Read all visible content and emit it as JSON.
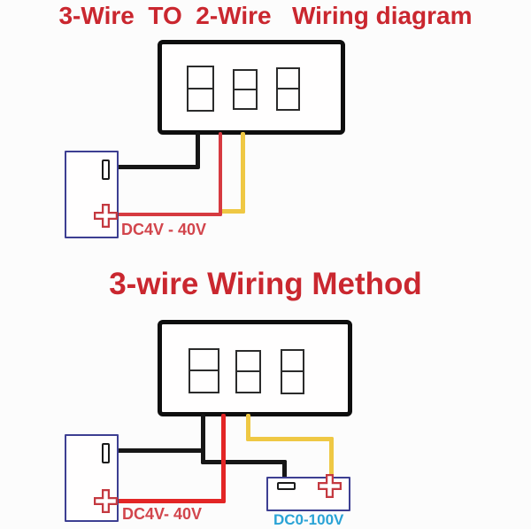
{
  "colors": {
    "background": "#fcfcfc",
    "title_red": "#ca272f",
    "label_red": "#d2454c",
    "label_cyan": "#2aa3d6",
    "wire_black": "#161616",
    "wire_red": "#d63a40",
    "wire_red_bright": "#e32525",
    "wire_yellow": "#efc844",
    "battery_border": "#3d3f92",
    "terminal_red": "#c43940",
    "display_border": "#0e0e0e",
    "digit_outline": "#2b2b2b"
  },
  "diagram1": {
    "title": "3-Wire  TO  2-Wire   Wiring diagram",
    "battery_label": "DC4V - 40V"
  },
  "diagram2": {
    "title": "3-wire Wiring Method",
    "battery_label": "DC4V- 40V",
    "source_label": "DC0-100V"
  },
  "icons": {
    "plus_terminal": "+",
    "minus_terminal": "−"
  }
}
